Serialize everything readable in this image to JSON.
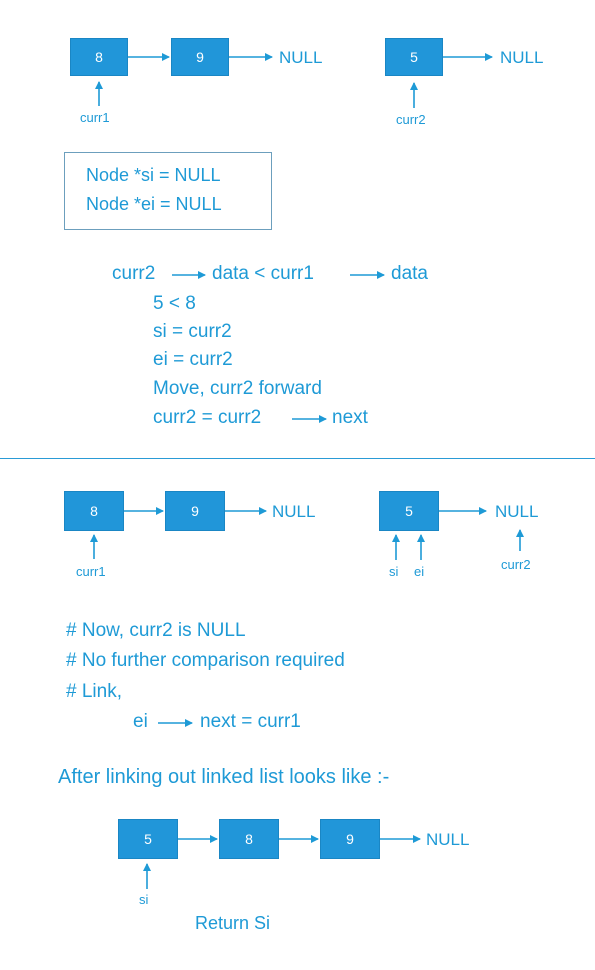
{
  "colors": {
    "node_fill": "#2196d9",
    "node_text": "#ffffff",
    "text": "#1e9ad6",
    "divider": "#2a9bd6",
    "box_border": "#6c9fbd"
  },
  "null_label": "NULL",
  "section1": {
    "list1": [
      "8",
      "9"
    ],
    "list2": [
      "5"
    ],
    "pointer_curr1": "curr1",
    "pointer_curr2": "curr2",
    "declarations": [
      "Node *si = NULL",
      "Node *ei = NULL"
    ],
    "steps": {
      "compare_left": "curr2",
      "compare_mid": "data  <  curr1",
      "compare_right": "data",
      "line2": "5  <  8",
      "line3": "si  =  curr2",
      "line4": "ei  =  curr2",
      "line5": "Move,  curr2  forward",
      "line6_left": "curr2 = curr2",
      "line6_right": "next"
    }
  },
  "section2": {
    "list1": [
      "8",
      "9"
    ],
    "list2": [
      "5"
    ],
    "pointer_curr1": "curr1",
    "pointer_si": "si",
    "pointer_ei": "ei",
    "pointer_curr2": "curr2",
    "notes": [
      "#  Now,  curr2 is NULL",
      "#  No further comparison required",
      "#  Link,"
    ],
    "link_left": "ei",
    "link_right": "next = curr1",
    "after_title": "After linking out linked list looks like :-",
    "final_list": [
      "5",
      "8",
      "9"
    ],
    "final_pointer": "si",
    "return_text": "Return Si"
  }
}
